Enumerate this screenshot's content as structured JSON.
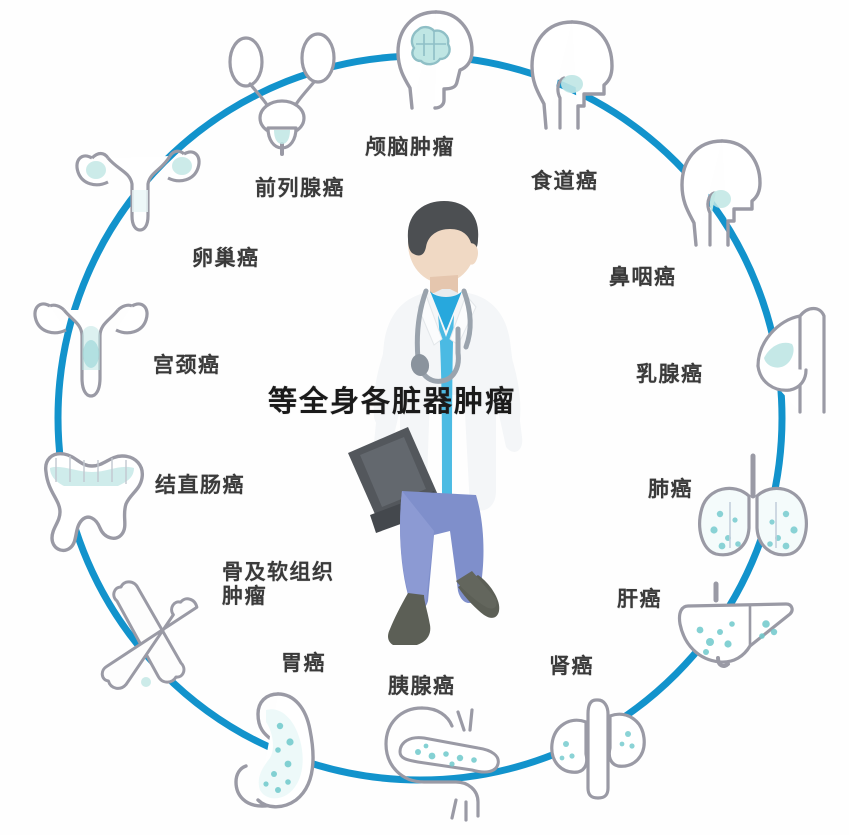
{
  "diagram": {
    "type": "circular-infographic",
    "title_center": "等全身各脏器肿瘤",
    "ring_color": "#1293cc",
    "organ_outline_color": "#9a9aa5",
    "organ_fill_color": "#bfe6e4",
    "background_color": "#ffffff",
    "label_color": "#3a3a3a",
    "center_figure": {
      "name": "doctor-illustration",
      "coat_color": "#f4f6f8",
      "scrub_color": "#27a8dd",
      "pants_color": "#7f8fcb",
      "shoe_color": "#5c5f56",
      "hair_color": "#4c4f52",
      "skin_color": "#f0d9c4",
      "device_color": "#53575c"
    },
    "nodes": [
      {
        "id": "brain",
        "label": "颅脑肿瘤",
        "icon": "brain-head-icon",
        "angle_deg": 270
      },
      {
        "id": "esophagus",
        "label": "食道癌",
        "icon": "head-throat-icon",
        "angle_deg": 300
      },
      {
        "id": "nasopharynx",
        "label": "鼻咽癌",
        "icon": "head-nasopharynx-icon",
        "angle_deg": 325
      },
      {
        "id": "breast",
        "label": "乳腺癌",
        "icon": "breast-icon",
        "angle_deg": 352
      },
      {
        "id": "lung",
        "label": "肺癌",
        "icon": "lungs-icon",
        "angle_deg": 20
      },
      {
        "id": "liver",
        "label": "肝癌",
        "icon": "liver-icon",
        "angle_deg": 45
      },
      {
        "id": "kidney",
        "label": "肾癌",
        "icon": "kidneys-icon",
        "angle_deg": 68
      },
      {
        "id": "pancreas",
        "label": "胰腺癌",
        "icon": "pancreas-icon",
        "angle_deg": 90
      },
      {
        "id": "stomach",
        "label": "胃癌",
        "icon": "stomach-icon",
        "angle_deg": 112
      },
      {
        "id": "bone",
        "label": "骨及软组织\n肿瘤",
        "icon": "bones-icon",
        "angle_deg": 135
      },
      {
        "id": "colorectal",
        "label": "结直肠癌",
        "icon": "colon-icon",
        "angle_deg": 160
      },
      {
        "id": "cervix",
        "label": "宫颈癌",
        "icon": "uterus-cervix-icon",
        "angle_deg": 186
      },
      {
        "id": "ovary",
        "label": "卵巢癌",
        "icon": "uterus-ovary-icon",
        "angle_deg": 210
      },
      {
        "id": "prostate",
        "label": "前列腺癌",
        "icon": "prostate-icon",
        "angle_deg": 243
      }
    ]
  }
}
